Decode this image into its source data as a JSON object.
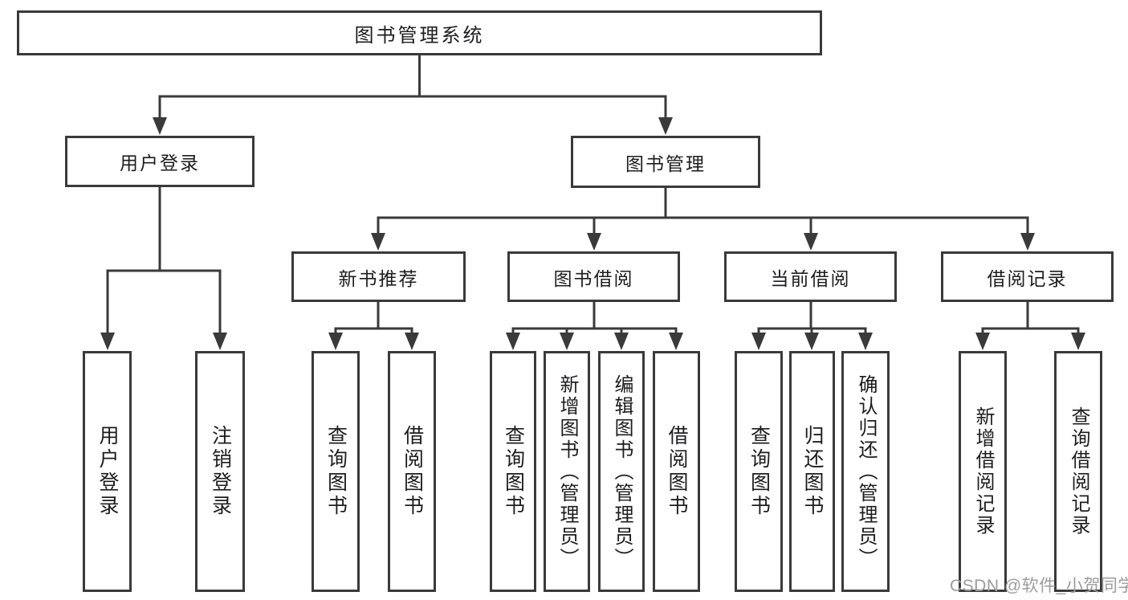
{
  "tree": {
    "root": "图书管理系统",
    "branches": [
      {
        "label": "用户登录",
        "children": [
          "用户登录",
          "注销登录"
        ]
      },
      {
        "label": "图书管理",
        "sections": [
          {
            "label": "新书推荐",
            "children": [
              "查询图书",
              "借阅图书"
            ]
          },
          {
            "label": "图书借阅",
            "children": [
              "查询图书",
              "新增图书（管理员）",
              "编辑图书（管理员）",
              "借阅图书"
            ]
          },
          {
            "label": "当前借阅",
            "children": [
              "查询图书",
              "归还图书",
              "确认归还（管理员）"
            ]
          },
          {
            "label": "借阅记录",
            "children": [
              "新增借阅记录",
              "查询借阅记录"
            ]
          }
        ]
      }
    ]
  },
  "watermark": {
    "text": "CSDN @软件_小贺同学"
  },
  "colors": {
    "line": "#3a3a3a",
    "text": "#1d1d1f",
    "watermark": "#9c9c9c",
    "background": "#ffffff"
  }
}
